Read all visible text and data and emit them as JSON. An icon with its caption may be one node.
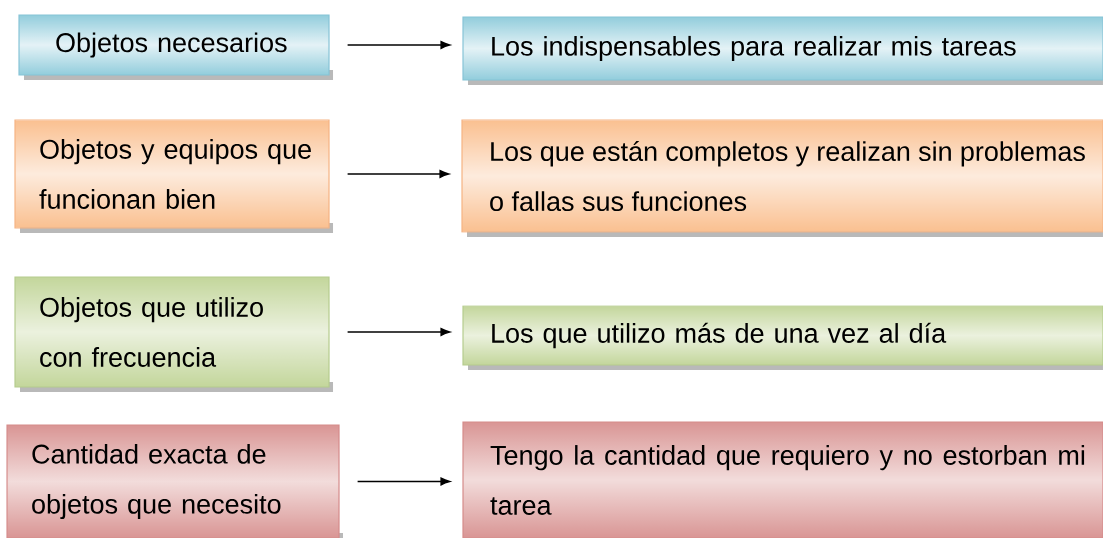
{
  "diagram": {
    "nodes": [
      {
        "text": [
          "Objetos necesarios"
        ]
      },
      {
        "text": [
          "Los indispensables para realizar mis tareas"
        ]
      },
      {
        "text": [
          "Objetos y equipos que funcionan bien"
        ]
      },
      {
        "text": [
          "Los que están completos y realizan sin problemas o fallas sus funciones"
        ]
      },
      {
        "text": [
          "Objetos que utilizo con frecuencia"
        ]
      },
      {
        "text": [
          "Los que utilizo más de una vez al día"
        ]
      },
      {
        "text": [
          "Cantidad exacta de objetos que necesito"
        ]
      },
      {
        "text": [
          "Tengo la cantidad que requiero y no estorban mi tarea"
        ]
      }
    ],
    "edges": [
      {
        "from": 0,
        "to": 1,
        "arrow": "to"
      },
      {
        "from": 2,
        "to": 3,
        "arrow": "to"
      },
      {
        "from": 4,
        "to": 5,
        "arrow": "to"
      },
      {
        "from": 6,
        "to": 7,
        "arrow": "to"
      }
    ]
  }
}
